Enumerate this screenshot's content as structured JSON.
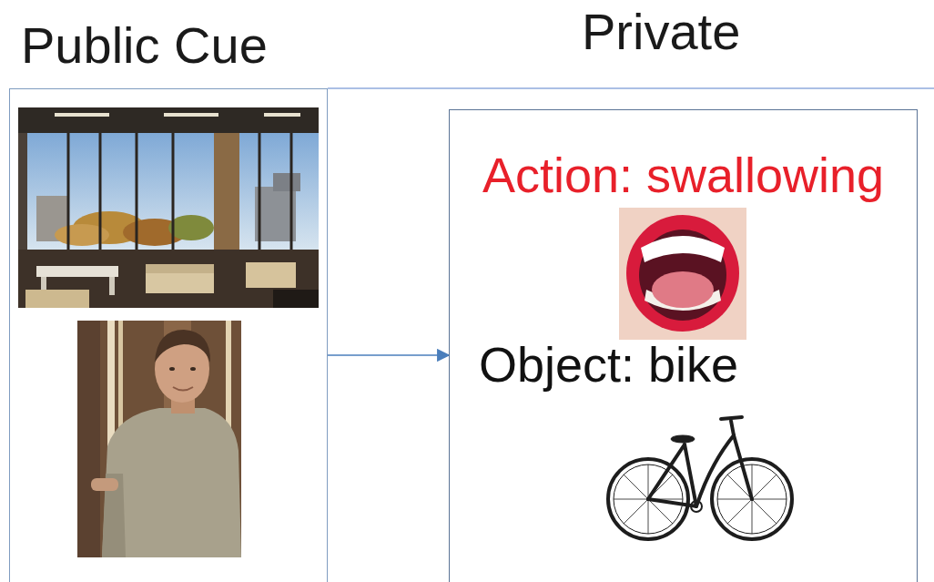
{
  "diagram": {
    "nodes": [
      {
        "text": [
          "Public Cue"
        ]
      },
      {
        "text": [
          "Private",
          "Action: swallowing",
          "Object: bike"
        ]
      }
    ],
    "edges": [
      {
        "from": 0,
        "to": 1,
        "arrow": "to"
      }
    ]
  }
}
